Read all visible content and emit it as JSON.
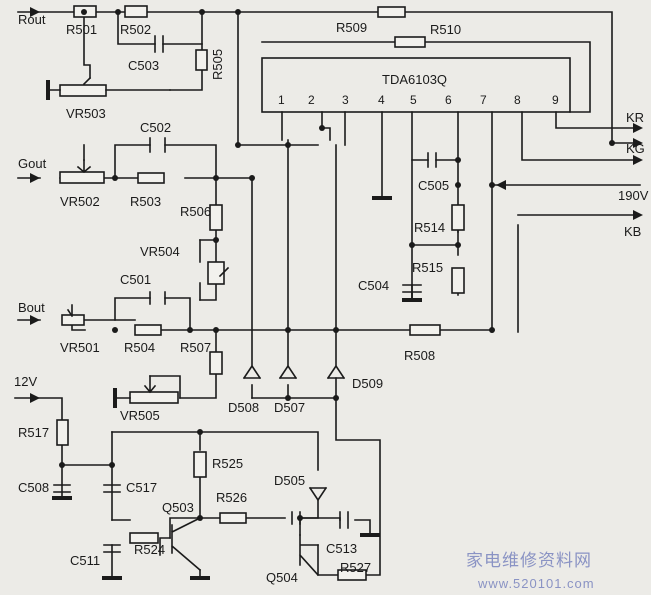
{
  "ic": {
    "name": "TDA6103Q",
    "pins": [
      "1",
      "2",
      "3",
      "4",
      "5",
      "6",
      "7",
      "8",
      "9"
    ]
  },
  "inputs": {
    "rout": "Rout",
    "gout": "Gout",
    "bout": "Bout",
    "supply": "12V"
  },
  "outputs": {
    "kr": "KR",
    "kg": "KG",
    "v190": "190V",
    "kb": "KB"
  },
  "resistors": {
    "r501": "R501",
    "r502": "R502",
    "r503": "R503",
    "r504": "R504",
    "r505": "R505",
    "r506": "R506",
    "r507": "R507",
    "r508": "R508",
    "r509": "R509",
    "r510": "R510",
    "r514": "R514",
    "r515": "R515",
    "r517": "R517",
    "r524": "R524",
    "r525": "R525",
    "r526": "R526",
    "r527": "R527"
  },
  "pots": {
    "vr501": "VR501",
    "vr502": "VR502",
    "vr503": "VR503",
    "vr504": "VR504",
    "vr505": "VR505"
  },
  "capacitors": {
    "c501": "C501",
    "c502": "C502",
    "c503": "C503",
    "c504": "C504",
    "c505": "C505",
    "c508": "C508",
    "c511": "C511",
    "c513": "C513",
    "c517": "C517"
  },
  "diodes": {
    "d505": "D505",
    "d507": "D507",
    "d508": "D508",
    "d509": "D509"
  },
  "transistors": {
    "q503": "Q503",
    "q504": "Q504"
  },
  "watermark": {
    "text": "家电维修资料网",
    "url": "www.520101.com"
  }
}
